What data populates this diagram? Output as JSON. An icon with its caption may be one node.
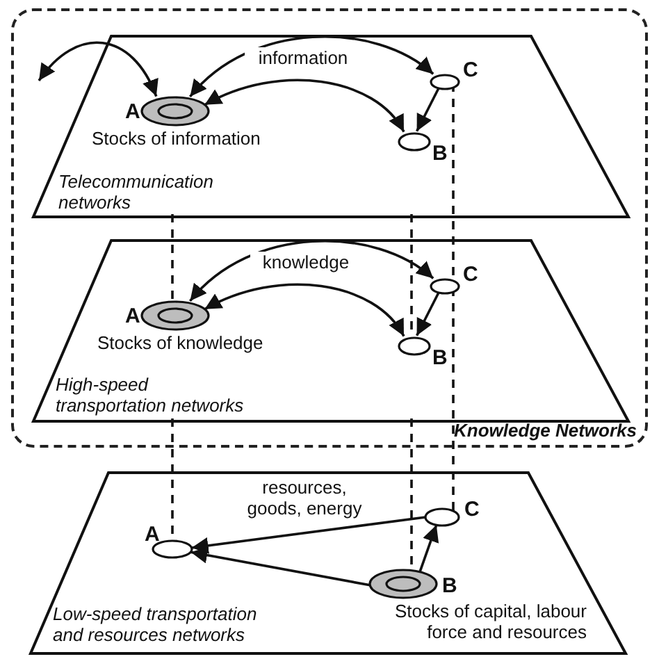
{
  "diagram": {
    "nodes": [
      {
        "text": [
          "Knowledge Networks"
        ]
      },
      {
        "text": [
          "Telecommunication networks"
        ],
        "in": 0
      },
      {
        "text": [
          "A"
        ],
        "beside": [
          "Stocks of information"
        ],
        "in": 1
      },
      {
        "text": [
          "C"
        ],
        "in": 1
      },
      {
        "text": [
          "B"
        ],
        "in": 1
      },
      {
        "text": [
          "High-speed transportation networks"
        ],
        "in": 0
      },
      {
        "text": [
          "A"
        ],
        "beside": [
          "Stocks of knowledge"
        ],
        "in": 5
      },
      {
        "text": [
          "C"
        ],
        "in": 5
      },
      {
        "text": [
          "B"
        ],
        "in": 5
      },
      {
        "text": [
          "Low-speed transportation and resources networks"
        ]
      },
      {
        "text": [
          "A"
        ],
        "in": 9
      },
      {
        "text": [
          "C"
        ],
        "in": 9
      },
      {
        "text": [
          "B"
        ],
        "beside": [
          "Stocks of capital, labour force and resources"
        ],
        "in": 9
      }
    ],
    "edges": [
      {
        "from": 2,
        "to": null,
        "arrow": "both"
      },
      {
        "from": 2,
        "to": 3,
        "arrow": "both",
        "label": "information"
      },
      {
        "from": 2,
        "to": 4,
        "arrow": "both"
      },
      {
        "from": 3,
        "to": 4,
        "arrow": "to"
      },
      {
        "from": 6,
        "to": 7,
        "arrow": "both",
        "label": "knowledge"
      },
      {
        "from": 6,
        "to": 8,
        "arrow": "both"
      },
      {
        "from": 7,
        "to": 8,
        "arrow": "to"
      },
      {
        "from": 11,
        "to": 10,
        "arrow": "to",
        "label": "resources, goods, energy"
      },
      {
        "from": 12,
        "to": 10,
        "arrow": "to"
      },
      {
        "from": 12,
        "to": 11,
        "arrow": "to"
      },
      {
        "from": 2,
        "to": 6,
        "arrow": "none",
        "style": "dashed"
      },
      {
        "from": 3,
        "to": 7,
        "arrow": "none",
        "style": "dashed"
      },
      {
        "from": 4,
        "to": 8,
        "arrow": "none",
        "style": "dashed"
      },
      {
        "from": 6,
        "to": 10,
        "arrow": "none",
        "style": "dashed"
      },
      {
        "from": 7,
        "to": 11,
        "arrow": "none",
        "style": "dashed"
      },
      {
        "from": 8,
        "to": 12,
        "arrow": "none",
        "style": "dashed"
      }
    ]
  }
}
